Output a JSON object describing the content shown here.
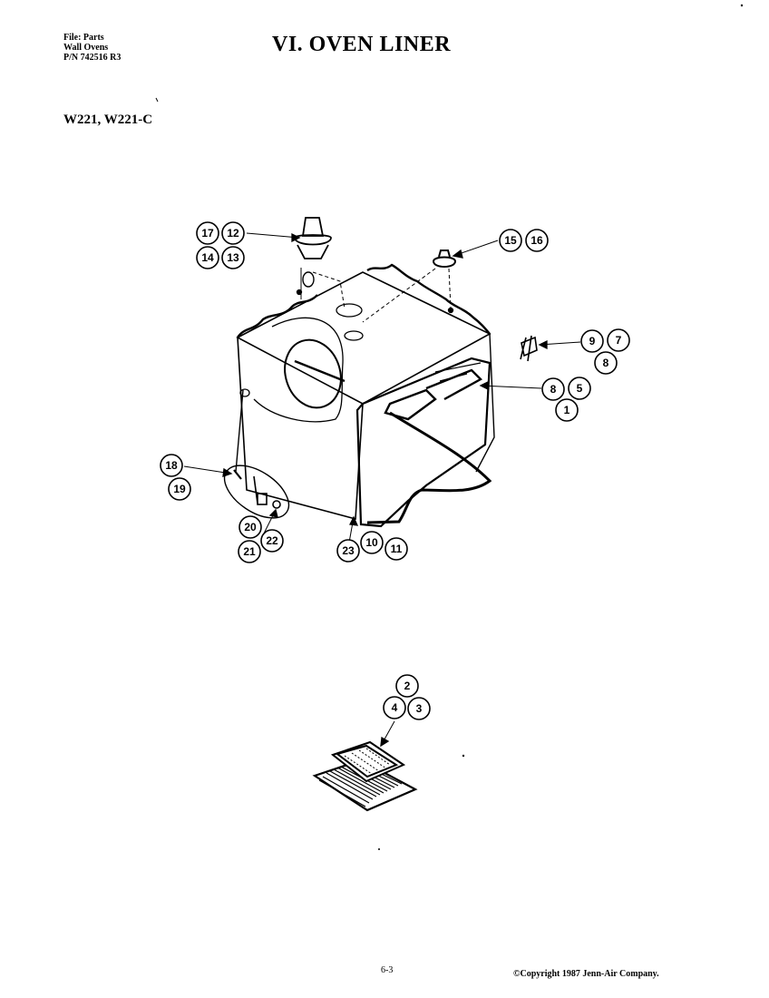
{
  "header": {
    "file_line": "File: Parts",
    "category_line": "Wall Ovens",
    "part_number_line": "P/N 742516 R3",
    "title": "VI. OVEN LINER",
    "models": "W221, W221-C"
  },
  "footer": {
    "page_number": "6-3",
    "copyright": "©Copyright 1987 Jenn-Air Company."
  },
  "callouts": [
    "17",
    "12",
    "14",
    "13",
    "15",
    "16",
    "9",
    "7",
    "8",
    "8",
    "5",
    "1",
    "18",
    "19",
    "20",
    "22",
    "21",
    "23",
    "10",
    "11",
    "2",
    "4",
    "3"
  ]
}
